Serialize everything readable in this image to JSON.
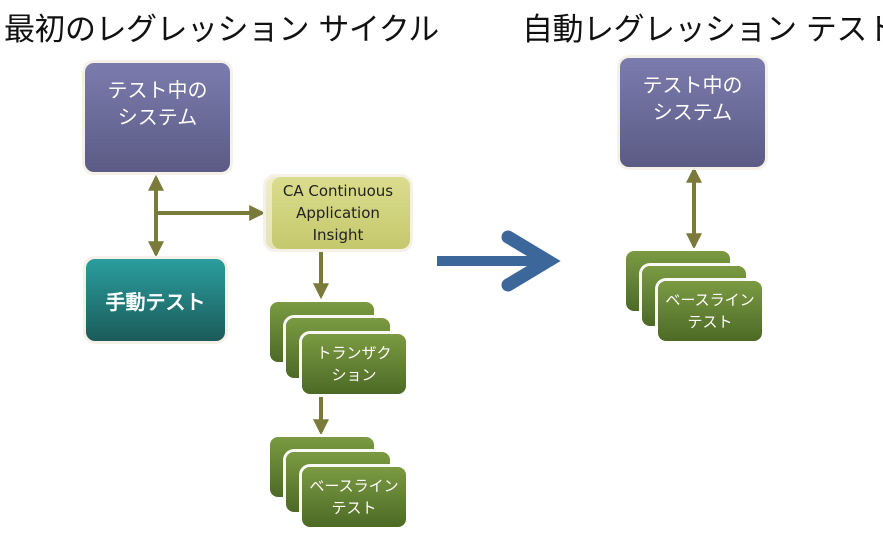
{
  "left": {
    "title": "最初のレグレッション サイクル",
    "system_box": "テスト中の\nシステム",
    "manual_box": "手動テスト",
    "capture_box": "CA Continuous\nApplication\nInsight",
    "transactions_box": "トランザク\nション",
    "baseline_box": "ベースライン\nテスト"
  },
  "right": {
    "title": "自動レグレッション テスト",
    "system_box": "テスト中の\nシステム",
    "baseline_box": "ベースライン\nテスト"
  },
  "colors": {
    "connector": "#7a7a3a",
    "big_arrow": "#3b679b",
    "system": "#6c6c9a",
    "manual": "#227a7a",
    "capture": "#d0d27c",
    "stack": "#62822f"
  }
}
